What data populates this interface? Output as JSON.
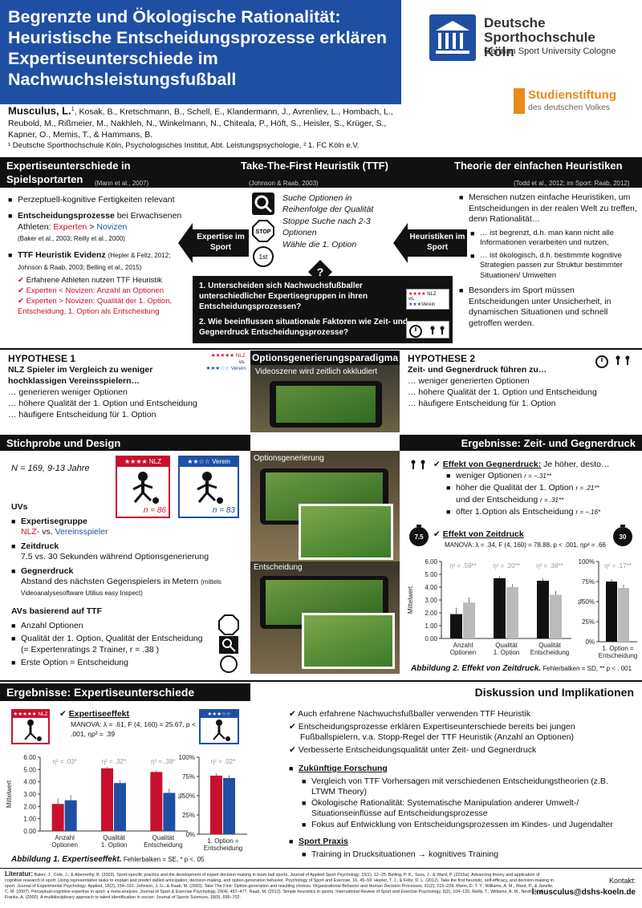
{
  "header": {
    "title": "Begrenzte und Ökologische Rationalität: Heuristische Entscheidungsprozesse erklären Expertiseunterschiede im Nachwuchsleistungsfußball",
    "lead_author": "Musculus, L.",
    "authors": "Kosak, B., Kretschmann, B., Schell, E., Klandermann, J., Avrenliev, L., Hombach, L., Reubold, M., Rißmeier, M., Nakhleh, N., Winkelmann, N., Chiteala, P., Höft, S., Heisler, S., Krüger, S., Kapner, O., Memis, T., & Hammans, B.",
    "affiliation": "¹ Deutsche Sporthochschule Köln, Psychologisches Institut, Abt. Leistungspsychologie, ² 1. FC Köln e.V.",
    "logo1_name": "Deutsche Sporthochschule Köln",
    "logo1_sub": "German Sport University Cologne",
    "logo2_name": "Studienstiftung",
    "logo2_sub": "des deutschen Volkes"
  },
  "sec1": {
    "left_title": "Expertiseunterschiede in Spielsportarten",
    "left_cite": "(Mann et al., 2007)",
    "mid_title": "Take-The-First Heuristik (TTF)",
    "mid_cite": "(Johnson & Raab, 2003)",
    "right_title": "Theorie der einfachen Heuristiken",
    "right_cite": "(Todd et al., 2012; im Sport: Raab, 2012)",
    "left_b1": "Perzeptuell-kognitive Fertigkeiten relevant",
    "left_b2a": "Entscheidungsprozesse",
    "left_b2b": " bei Erwachsenen Athleten: ",
    "left_b2c": "Experten",
    "left_b2d": " > ",
    "left_b2e": "Novizen",
    "left_b2cite": "(Baker et al., 2003; Reilly et al., 2000)",
    "left_b3a": "TTF Heuristik Evidenz",
    "left_b3cite": "(Hepler & Feltz, 2012; Johnson & Raab, 2003; Belling et al., 2015)",
    "left_c1": "Erfahrene Athleten nutzen TTF Heuristik",
    "left_c2": "Experten < Novizen: Anzahl an Optionen",
    "left_c3": "Experten > Novizen: Qualität der 1. Option, Entscheidung, 1. Option als Entscheidung",
    "arrow_left": "Expertise im Sport",
    "arrow_right": "Heuristiken im Sport",
    "ttf1": "Suche Optionen in Reihenfolge der Qualität",
    "ttf2": "Stoppe Suche nach 2-3 Optionen",
    "ttf3": "Wähle die 1. Option",
    "stop_label": "STOP",
    "first_label": "1st",
    "right_b1": "Menschen nutzen einfache Heuristiken, um Entscheidungen in der realen Welt zu treffen, denn Rationalität…",
    "right_s1": "… ist begrenzt, d.h. man kann nicht alle Informationen verarbeiten und nutzen,",
    "right_s2": "… ist ökologisch, d.h. bestimmte kognitive Strategien passen zur Struktur bestimmter Situationen/ Umwelten",
    "right_b2": "Besonders im Sport müssen Entscheidungen unter Unsicherheit, in dynamischen Situationen und schnell getroffen werden.",
    "q_mark": "?",
    "q1": "1. Unterscheiden sich Nachwuchsfußballer unterschiedlicher Expertisegruppen in ihren Entscheidungsprozessen?",
    "q2": "2. Wie beeinflussen situationale Faktoren wie Zeit- und Gegnerdruck Entscheidungsprozesse?"
  },
  "hyp": {
    "h1_title": "HYPOTHESE 1",
    "h1_text": "NLZ Spieler im Vergleich zu weniger hochklassigen Vereinsspielern…",
    "h1_l1": "… generieren weniger Optionen",
    "h1_l2": "… höhere Qualität der 1. Option und Entscheidung",
    "h1_l3": "… häufigere Entscheidung für 1. Option",
    "nlz_tag": "★★★★★ NLZ",
    "vs": "vs.",
    "verein_tag": "★★★☆☆ Verein",
    "mid_title": "Optionsgenerierungsparadigma",
    "video_caption": "Videoszene wird zeitlich okkludiert",
    "h2_title": "HYPOTHESE 2",
    "h2_text": "Zeit- und Gegnerdruck führen zu…",
    "h2_l1": "… weniger generierten Optionen",
    "h2_l2": "… höhere Qualität der 1. Option und Entscheidung",
    "h2_l3": "… häufigere Entscheidung für 1. Option"
  },
  "sec3": {
    "left_title": "Stichprobe und Design",
    "right_title": "Ergebnisse: Zeit- und Gegnerdruck",
    "n_line": "N = 169, 9-13 Jahre",
    "nlz_n": "n = 86",
    "verein_n": "n = 83",
    "nlz_label": "★★★★ NLZ",
    "verein_label": "★★☆☆ Verein",
    "uvs": "UVs",
    "uv1": "Expertisegruppe",
    "uv1a": "NLZ-",
    "uv1b": " vs. ",
    "uv1c": "Vereinsspieler",
    "uv2": "Zeitdruck",
    "uv2a": "7.5 vs. 30 Sekunden während Optionsgenerierung",
    "uv3": "Gegnerdruck",
    "uv3a": "Abstand des nächsten Gegenspielers in Metern",
    "uv3cite": "(mittels Videoanalysesoftware Utilius easy Inspect)",
    "avs": "AVs basierend auf TTF",
    "av1": "Anzahl Optionen",
    "av2": "Qualität der 1. Option, Qualität der Entscheidung (= Expertenratings 2 Trainer, r = .38 )",
    "av3": "Erste Option = Entscheidung",
    "img_opt": "Optionsgenerierung",
    "img_ent": "Entscheidung",
    "gd_title": "Effekt von Gegnerdruck:",
    "gd_text": " Je höher, desto…",
    "gd1": "weniger Optionen",
    "gd1r": "r = −.31**",
    "gd2": "höher die Qualität der 1. Option",
    "gd2r": "r = .21**",
    "gd3": "und der Entscheidung",
    "gd3r": "r = .31**",
    "gd4": "öfter 1.Option als Entscheidung",
    "gd4r": "r = −.16*",
    "zd_title": "Effekt von Zeitdruck",
    "zd_stats": "MANOVA: λ = .34, F (4, 160) = 78.88, p < .001, ηp² = .66",
    "timer1": "7.5",
    "timer2": "30",
    "fig2_caption": "Abbildung 2. Effekt von Zeitdruck.",
    "fig2_note": " Fehlerbalken = SD, ** p < . 001"
  },
  "sec4": {
    "left_title": "Ergebnisse: Expertiseunterschiede",
    "right_title": "Diskussion und Implikationen",
    "nlz_tag": "★★★★★ NLZ",
    "verein_tag": "★★★☆☆ Verein",
    "ee_title": "Expertiseeffekt",
    "ee_stats": "MANOVA: λ = .61, F (4, 160) = 25.67, p < .001, ηp² = .39",
    "fig1_caption": "Abbildung 1. Expertiseeffekt.",
    "fig1_note": " Fehlerbalken = SE, * p <. 05",
    "d1": "Auch erfahrene Nachwuchsfußballer verwenden TTF Heuristik",
    "d2": "Entscheidungsprozesse erklären Expertiseunterschiede bereits bei jungen Fußballspielern, v.a. Stopp-Regel der TTF Heuristik (Anzahl an Optionen)",
    "d3": "Verbesserte Entscheidungsqualität unter Zeit- und Gegnerdruck",
    "f_title": "Zukünftige Forschung",
    "f1": "Vergleich von TTF Vorhersagen mit verschiedenen Entscheidungstheorien (z.B. LTWM Theory)",
    "f2": "Ökologische Rationalität: Systematische Manipulation anderer Umwelt-/ Situationseinflüsse auf Entscheidungsprozesse",
    "f3": "Fokus auf Entwicklung von Entscheidungsprozessen im Kindes- und Jugendalter",
    "p_title": "Sport Praxis",
    "p1": "Training in Drucksituationen → kognitives Training"
  },
  "footer": {
    "lit_label": "Literatur:",
    "lit_text": "Baker, J., Cote, J., & Abernethy, B. (2003). Sport-specific practice and the development of expert decision-making in team ball sports. Journal of Applied Sport Psychology, 15(1), 12–25. Belling, P. K., Suss, J., & Ward, P. (2015a). Advancing theory and application of cognitive research in sport: Using representative tasks to explain and predict skilled anticipation, decision-making, and option-generation behavior. Psychology of Sport and Exercise, 16, 45–59. Hepler, T. J., & Feltz, D. L. (2012). Take the first heuristic, self-efficacy, and decision-making in sport. Journal of Experimental Psychology: Applied, 18(2), 154–161. Johnson, J. G., & Raab, M. (2003). Take The First: Option-generation and resulting choices. Organizational Behavior and Human Decision Processes, 91(2), 215–229. Mann, D. T. Y., Williams, A. M., Ward, P., & Janelle, C. M. (2007). Perceptual-cognitive expertise in sport: a meta-analysis. Journal of Sport & Exercise Psychology, 29(4), 457–477. Raab, M. (2012). Simple heuristics in sports. International Review of Sport and Exercise Psychology, 5(2), 104–120. Reilly, T., Williams, A. M., Nevill, A., & Franks, A. (2000). A multidisciplinary approach to talent identification in soccer. Journal of Sports Sciences, 18(9), 695–702.",
    "contact_label": "Kontakt:",
    "contact_email": "l.musculus@dshs-koeln.de"
  },
  "chart_data": [
    {
      "type": "bar",
      "id": "fig1-left",
      "categories": [
        "Anzahl Optionen",
        "Qualität 1. Option",
        "Qualität Entscheidung"
      ],
      "series": [
        {
          "name": "NLZ",
          "values": [
            2.2,
            5.1,
            4.8
          ]
        },
        {
          "name": "Verein",
          "values": [
            2.5,
            3.9,
            3.1
          ]
        }
      ],
      "annotations": [
        "η² = .03*",
        "η² = .32*",
        "η² = .38*"
      ],
      "ylabel": "Mittelwert",
      "yticks": [
        "0.00",
        "1.00",
        "2.00",
        "3.00",
        "4.00",
        "5.00",
        "6.00"
      ],
      "ylim": [
        0,
        6
      ],
      "colors": [
        "#c8102e",
        "#1f4fa3"
      ]
    },
    {
      "type": "bar",
      "id": "fig1-right",
      "categories": [
        "1. Option = Entscheidung"
      ],
      "series": [
        {
          "name": "NLZ",
          "values": [
            76
          ]
        },
        {
          "name": "Verein",
          "values": [
            73
          ]
        }
      ],
      "annotations": [
        "η² = .02*"
      ],
      "ylabel": "%",
      "yticks": [
        "0%",
        "25%",
        "50%",
        "75%",
        "100%"
      ],
      "ylim": [
        0,
        100
      ],
      "colors": [
        "#c8102e",
        "#1f4fa3"
      ]
    },
    {
      "type": "bar",
      "id": "fig2-left",
      "categories": [
        "Anzahl Optionen",
        "Qualität 1. Option",
        "Qualität Entscheidung"
      ],
      "series": [
        {
          "name": "7.5",
          "values": [
            1.9,
            4.7,
            4.5
          ]
        },
        {
          "name": "30",
          "values": [
            2.8,
            4.0,
            3.4
          ]
        }
      ],
      "annotations": [
        "η² = .59**",
        "η² = .20**",
        "η² = .38**"
      ],
      "ylabel": "Mittelwert",
      "yticks": [
        "0.00",
        "1.00",
        "2.00",
        "3.00",
        "4.00",
        "5.00",
        "6.00"
      ],
      "ylim": [
        0,
        6
      ],
      "colors": [
        "#111111",
        "#bbbbbb"
      ]
    },
    {
      "type": "bar",
      "id": "fig2-right",
      "categories": [
        "1. Option = Entscheidung"
      ],
      "series": [
        {
          "name": "7.5",
          "values": [
            75
          ]
        },
        {
          "name": "30",
          "values": [
            67
          ]
        }
      ],
      "annotations": [
        "η² = .17**"
      ],
      "ylabel": "%",
      "yticks": [
        "0%",
        "25%",
        "50%",
        "75%",
        "100%"
      ],
      "ylim": [
        0,
        100
      ],
      "colors": [
        "#111111",
        "#bbbbbb"
      ]
    }
  ]
}
